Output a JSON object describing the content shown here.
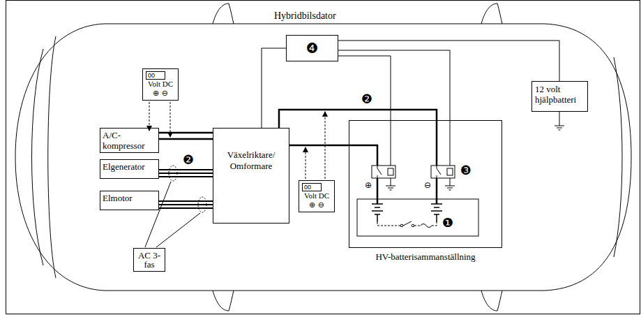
{
  "diagram": {
    "nodes": [
      {
        "text": [
          "Hybridbilsdator",
          "❹"
        ]
      },
      {
        "text": [
          "12 volt hjälpbatteri"
        ]
      },
      {
        "text": [
          "00",
          "Volt DC",
          "⊕ ⊖"
        ]
      },
      {
        "text": [
          "A/C-kompressor"
        ]
      },
      {
        "text": [
          "Elgenerator"
        ]
      },
      {
        "text": [
          "Elmotor"
        ]
      },
      {
        "text": [
          "Växelriktare/ Omformare"
        ]
      },
      {
        "text": [
          "00",
          "Volt DC",
          "⊕ ⊖"
        ]
      },
      {
        "text": [
          "AC 3-fas"
        ]
      },
      {
        "text": [
          "HV-batterisammanställning"
        ]
      }
    ],
    "edges": [
      {
        "from": 3,
        "to": 6,
        "arrow": "none"
      },
      {
        "from": 4,
        "to": 6,
        "arrow": "none"
      },
      {
        "from": 5,
        "to": 6,
        "arrow": "none"
      },
      {
        "from": 6,
        "to": 9,
        "arrow": "none"
      },
      {
        "from": 6,
        "to": 9,
        "arrow": "none"
      },
      {
        "from": 0,
        "to": 6,
        "arrow": "none"
      },
      {
        "from": 0,
        "to": 9,
        "arrow": "none"
      },
      {
        "from": 0,
        "to": 9,
        "arrow": "none"
      },
      {
        "from": 0,
        "to": 1,
        "arrow": "none"
      }
    ],
    "labels": [
      "❷",
      "❷",
      "❸",
      "⊕",
      "⊖",
      "❶"
    ]
  }
}
